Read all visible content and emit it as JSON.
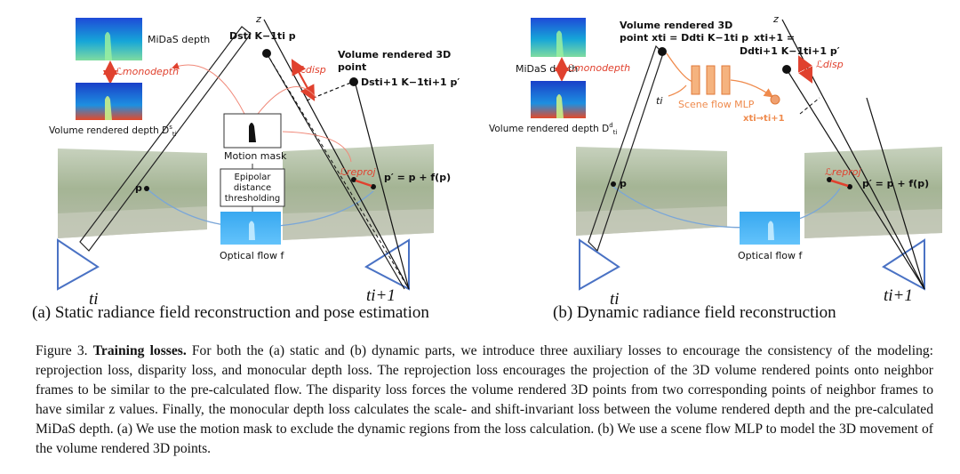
{
  "panel_a": {
    "midas_label": "MiDaS depth",
    "monodepth_loss": "ℒmonodepth",
    "volume_depth_label": "Volume rendered depth D",
    "volume_depth_sup": "s",
    "volume_depth_sub": "ti",
    "top_expr": "Dsti K−1ti p",
    "disp_loss": "ℒdisp",
    "vr_point_title_1": "Volume rendered 3D",
    "vr_point_title_2": "point",
    "vr_point_expr": "Dsti+1 K−1ti+1 p′",
    "motion_mask_label": "Motion mask",
    "epipolar_1": "Epipolar",
    "epipolar_2": "distance",
    "epipolar_3": "thresholding",
    "optical_flow_label": "Optical flow f",
    "reproj_loss": "ℒreproj",
    "p_label": "p",
    "p_prime_expr": "p′ = p + f(p)",
    "z_label": "z",
    "t_i": "ti",
    "t_i1": "ti+1",
    "subtitle": "(a) Static radiance field reconstruction and pose estimation"
  },
  "panel_b": {
    "midas_label": "MiDaS depth",
    "monodepth_loss": "ℒmonodepth",
    "volume_depth_label": "Volume rendered depth D",
    "volume_depth_sup": "d",
    "volume_depth_sub": "ti",
    "vr_title_1": "Volume rendered 3D",
    "vr_title_2": "point xti = Ddti K−1ti p",
    "x_next_expr_1": "xti+1 =",
    "x_next_expr_2": "Ddti+1 K−1ti+1 p′",
    "disp_loss": "ℒdisp",
    "ti_label": "ti",
    "scene_flow_label": "Scene flow MLP",
    "x_flow_label": "xti→ti+1",
    "optical_flow_label": "Optical flow f",
    "reproj_loss": "ℒreproj",
    "p_label": "p",
    "p_prime_expr": "p′ = p + f(p)",
    "z_label": "z",
    "t_i": "ti",
    "t_i1": "ti+1",
    "subtitle": "(b) Dynamic radiance field reconstruction"
  },
  "caption": {
    "prefix": "Figure 3. ",
    "title": "Training losses.",
    "body": " For both the (a) static and (b) dynamic parts, we introduce three auxiliary losses to encourage the consistency of the modeling: reprojection loss, disparity loss, and monocular depth loss. The reprojection loss encourages the projection of the 3D volume rendered points onto neighbor frames to be similar to the pre-calculated flow. The disparity loss forces the volume rendered 3D points from two corresponding points of neighbor frames to have similar z values. Finally, the monocular depth loss calculates the scale- and shift-invariant loss between the volume rendered depth and the pre-calculated MiDaS depth. (a) We use the motion mask to exclude the dynamic regions from the loss calculation. (b) We use a scene flow MLP to model the 3D movement of the volume rendered 3D points."
  },
  "colors": {
    "camera_blue": "#4a72c4",
    "loss_red": "#e0412e",
    "mlp_orange": "#ef8a4c",
    "flow_line": "#7aa6d8"
  }
}
